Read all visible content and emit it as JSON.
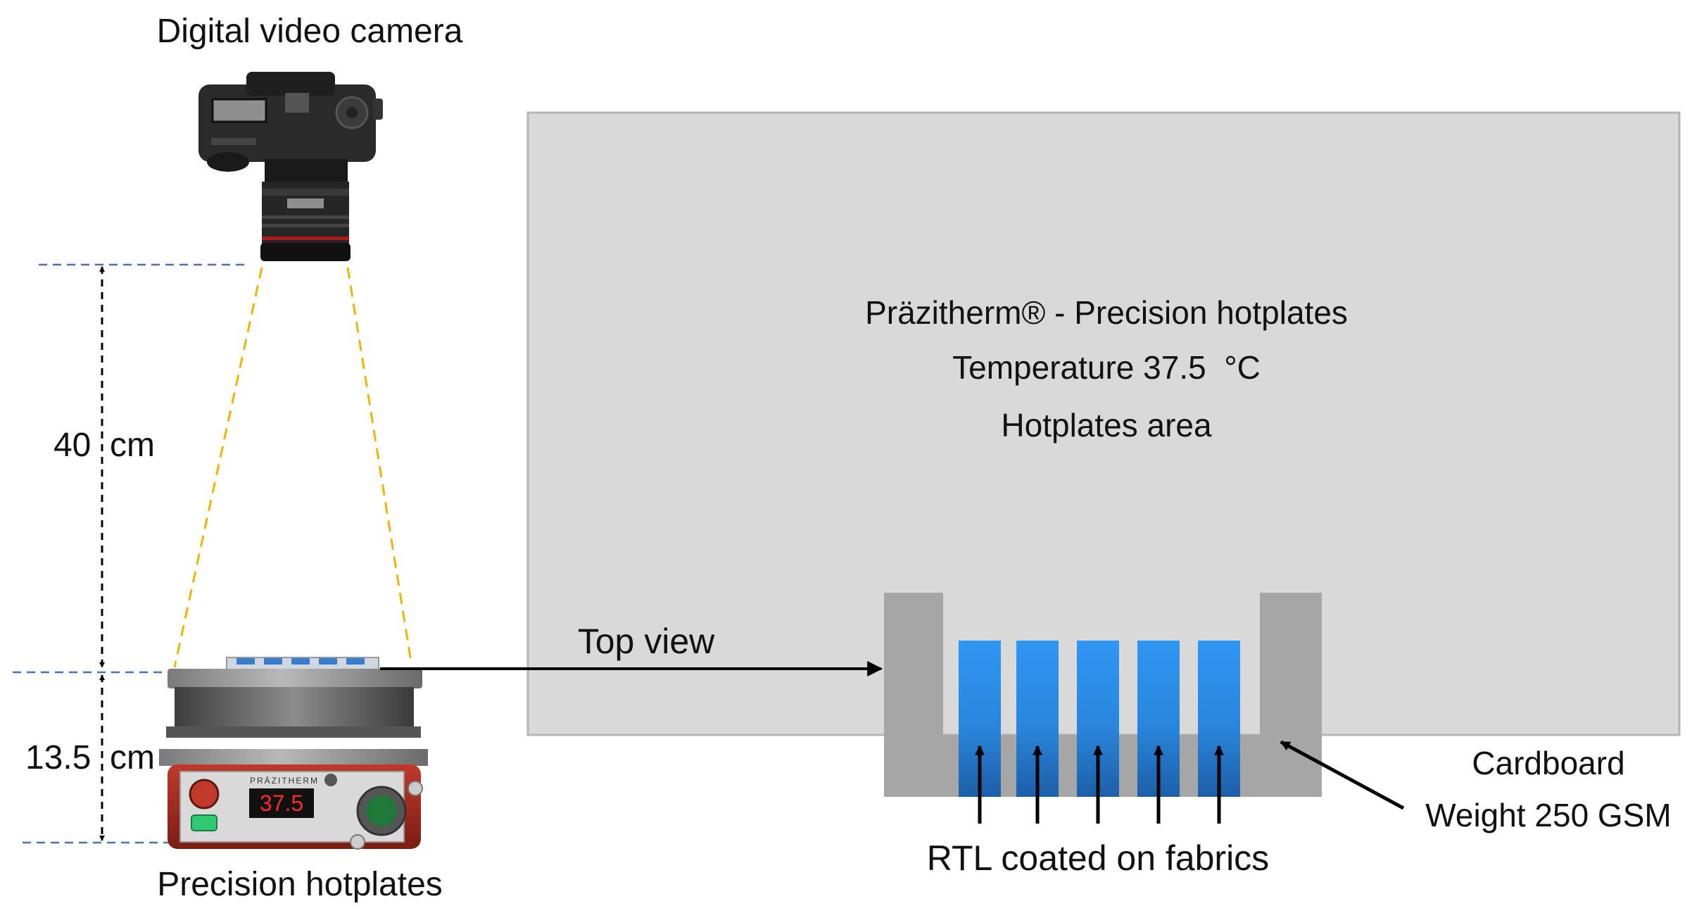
{
  "labels": {
    "camera": "Digital video camera",
    "height_upper": "40  cm",
    "height_lower": "13.5  cm",
    "hotplate": "Precision hotplates",
    "top_view": "Top view",
    "area_line1": "Präzitherm® - Precision hotplates",
    "area_line2": "Temperature 37.5  °C",
    "area_line3": "Hotplates area",
    "rtl": "RTL coated on fabrics",
    "cardboard_line1": "Cardboard",
    "cardboard_line2": "Weight 250 GSM"
  },
  "device": {
    "brand": "PRÄZITHERM",
    "display": "37.5"
  },
  "colors": {
    "guide_dash": "#4a72b0",
    "view_cone": "#f0b400",
    "area_fill": "#d9d9d9",
    "area_border": "#b5b5b5",
    "cardboard": "#a6a6a6",
    "fabric_top": "#2f96f2",
    "fabric_bottom": "#1c5fa8"
  },
  "icons": {
    "camera": "camera-icon",
    "hotplate": "hotplate-icon"
  }
}
